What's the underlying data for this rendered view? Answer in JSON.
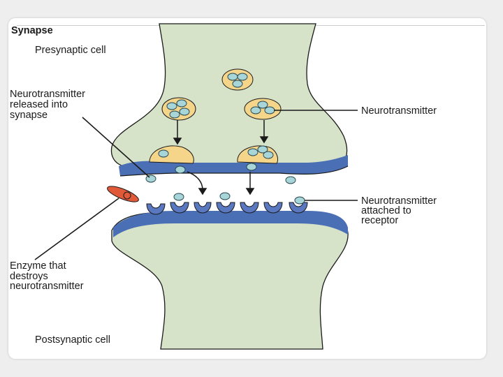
{
  "title": "Synapse",
  "labels": {
    "presynaptic": "Presynaptic cell",
    "postsynaptic": "Postsynaptic cell",
    "released": [
      "Neurotransmitter",
      "released into",
      "synapse"
    ],
    "neurotransmitter": "Neurotransmitter",
    "attached": [
      "Neurotransmitter",
      "attached to",
      "receptor"
    ],
    "enzyme": [
      "Enzyme that",
      "destroys",
      "neurotransmitter"
    ]
  },
  "colors": {
    "cell": "#d6e3c8",
    "membrane": "#4a6fb5",
    "vesicle": "#f5d58a",
    "molecule": "#a8d6d8",
    "receptor": "#5a78c0",
    "enzyme": "#e05a3a"
  }
}
